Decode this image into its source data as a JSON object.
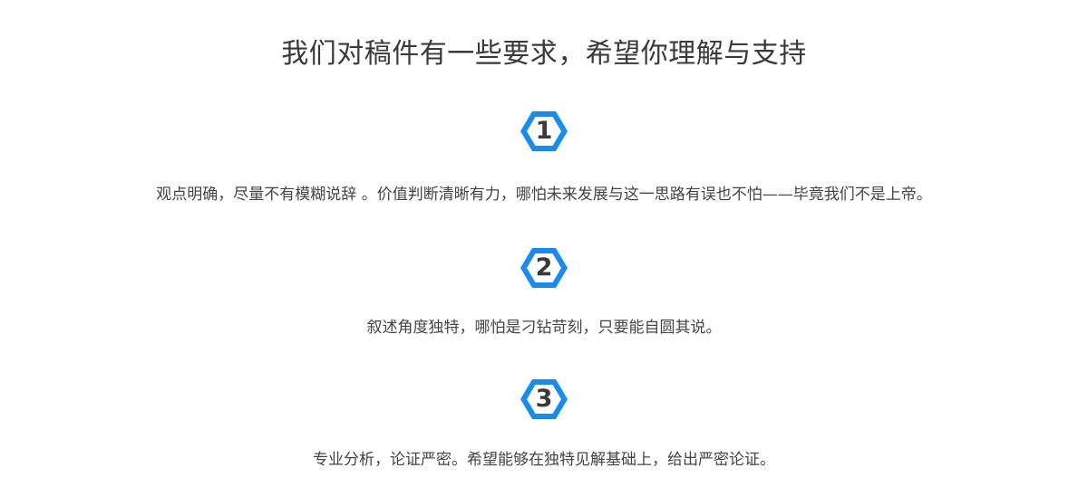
{
  "title": "我们对稿件有一些要求，希望你理解与支持",
  "colors": {
    "accent": "#1a8be8",
    "title": "#3a3a3a",
    "text": "#444444",
    "background": "#ffffff"
  },
  "steps": [
    {
      "number": "1",
      "icon": "hexagon-badge-icon",
      "text": "观点明确，尽量不有模糊说辞 。价值判断清晰有力，哪怕未来发展与这一思路有误也不怕——毕竟我们不是上帝。"
    },
    {
      "number": "2",
      "icon": "hexagon-badge-icon",
      "text": "叙述角度独特，哪怕是刁钻苛刻，只要能自圆其说。"
    },
    {
      "number": "3",
      "icon": "hexagon-badge-icon",
      "text": "专业分析，论证严密。希望能够在独特见解基础上，给出严密论证。"
    }
  ]
}
